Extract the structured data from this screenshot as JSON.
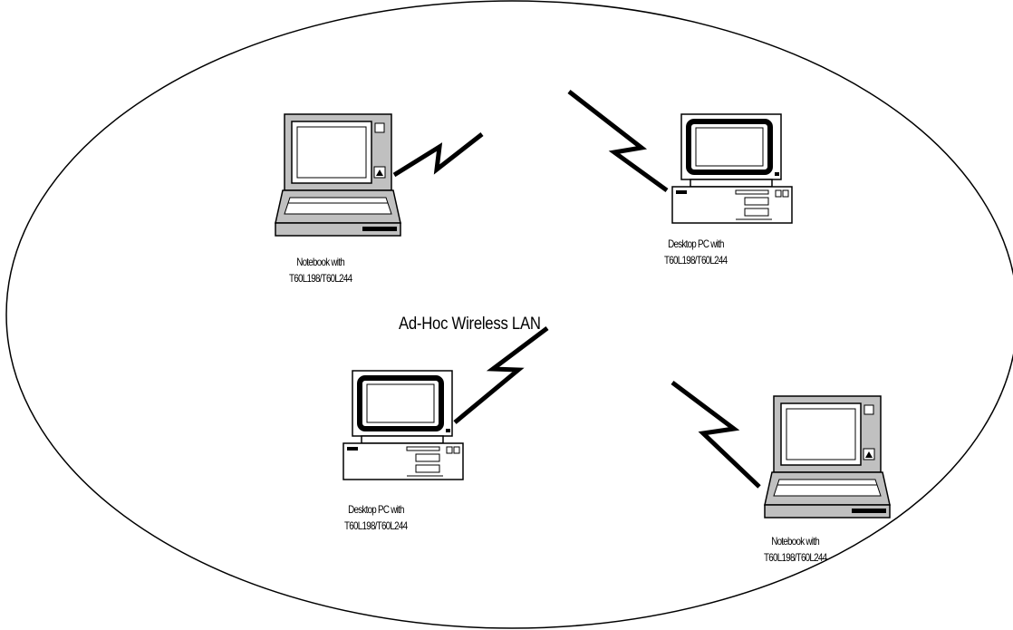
{
  "network_label": "Ad-Hoc Wireless LAN",
  "nodes": [
    {
      "id": "notebook-1",
      "kind": "notebook",
      "label_line1": "Notebook with",
      "label_line2": "T60L198/T60L244"
    },
    {
      "id": "desktop-1",
      "kind": "desktop",
      "label_line1": "Desktop PC with",
      "label_line2": "T60L198/T60L244"
    },
    {
      "id": "desktop-2",
      "kind": "desktop",
      "label_line1": "Desktop PC with",
      "label_line2": "T60L198/T60L244"
    },
    {
      "id": "notebook-2",
      "kind": "notebook",
      "label_line1": "Notebook with",
      "label_line2": "T60L198/T60L244"
    }
  ],
  "colors": {
    "stroke": "#000000",
    "device_gray": "#c0c0c0",
    "background": "#ffffff"
  },
  "icons": [
    "notebook-computer-icon",
    "desktop-computer-icon",
    "wireless-signal-icon"
  ]
}
